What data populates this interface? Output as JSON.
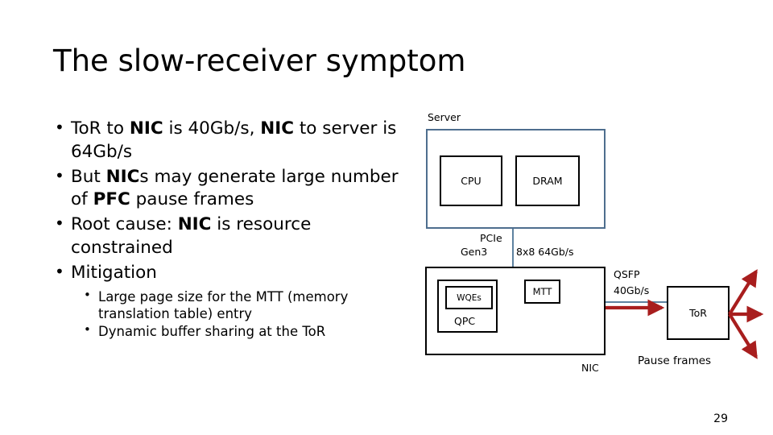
{
  "slide": {
    "title": "The slow-receiver symptom",
    "page_number": "29",
    "bullets": [
      {
        "level": 1,
        "runs": [
          {
            "t": "To",
            "b": false
          },
          {
            "t": "R",
            "b": false
          },
          {
            "t": " to ",
            "b": false
          },
          {
            "t": "NIC",
            "b": true
          },
          {
            "t": " is 40Gb/s, ",
            "b": false
          },
          {
            "t": "NIC",
            "b": true
          },
          {
            "t": " to server is 64Gb/s",
            "b": false
          }
        ],
        "text": "ToR to NIC is 40Gb/s, NIC to server is 64Gb/s"
      },
      {
        "level": 1,
        "runs": [
          {
            "t": "But ",
            "b": false
          },
          {
            "t": "NIC",
            "b": true
          },
          {
            "t": "s may generate large number of ",
            "b": false
          },
          {
            "t": "PFC",
            "b": true
          },
          {
            "t": " pause frames",
            "b": false
          }
        ],
        "text": "But NICs may generate large number of PFC pause frames"
      },
      {
        "level": 1,
        "runs": [
          {
            "t": "Root cause: ",
            "b": false
          },
          {
            "t": "NIC",
            "b": true
          },
          {
            "t": " is resource constrained",
            "b": false
          }
        ],
        "text": "Root cause: NIC is resource constrained"
      },
      {
        "level": 1,
        "runs": [
          {
            "t": "Mitigation",
            "b": false
          }
        ],
        "text": "Mitigation"
      }
    ],
    "sub_bullets": [
      {
        "level": 2,
        "text": "Large page size for the MTT (memory translation table) entry"
      },
      {
        "level": 2,
        "text": "Dynamic buffer sharing at the ToR"
      }
    ],
    "bullet_glyph": "•"
  },
  "diagram": {
    "server": {
      "label": "Server",
      "border_color": "#4E6E8E",
      "children": [
        {
          "name": "cpu",
          "label": "CPU"
        },
        {
          "name": "dram",
          "label": "DRAM"
        }
      ]
    },
    "pcie": {
      "line1": "PCIe",
      "line2_left": "Gen3",
      "line2_right": "8x8 64Gb/s"
    },
    "nic": {
      "label": "NIC",
      "border_color": "#000000",
      "children": [
        {
          "name": "qpc",
          "label": "QPC"
        },
        {
          "name": "wqes",
          "label": "WQEs"
        },
        {
          "name": "mtt",
          "label": "MTT"
        }
      ]
    },
    "qsfp": {
      "line1": "QSFP",
      "line2": "40Gb/s"
    },
    "tor": {
      "label": "ToR",
      "border_color": "#000000"
    },
    "pause_frames": {
      "label": "Pause frames",
      "arrow_color": "#A81E1E"
    }
  }
}
